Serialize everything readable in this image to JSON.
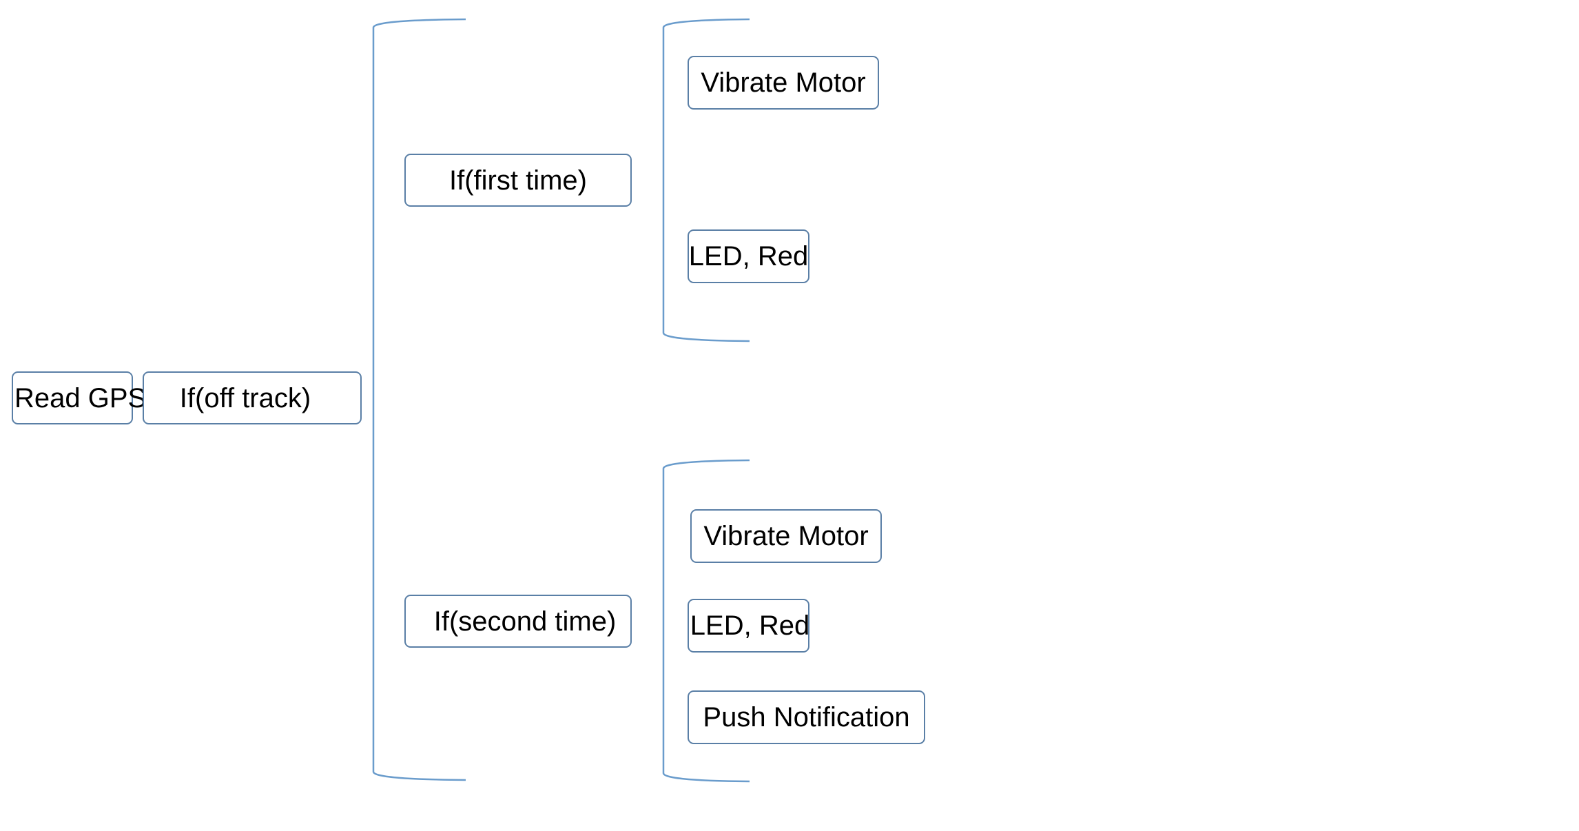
{
  "colors": {
    "border": "#5a7fa6",
    "bracket": "#6a9ccc",
    "text": "#000000",
    "background": "#ffffff"
  },
  "nodes": {
    "read_gps": "Read GPS",
    "off_track": "If(off track)",
    "first_time": "If(first time)",
    "second_time": "If(second time)",
    "first_vibrate": "Vibrate Motor",
    "first_led": "LED, Red",
    "second_vibrate": "Vibrate Motor",
    "second_led": "LED, Red",
    "push_notification": "Push Notification"
  }
}
